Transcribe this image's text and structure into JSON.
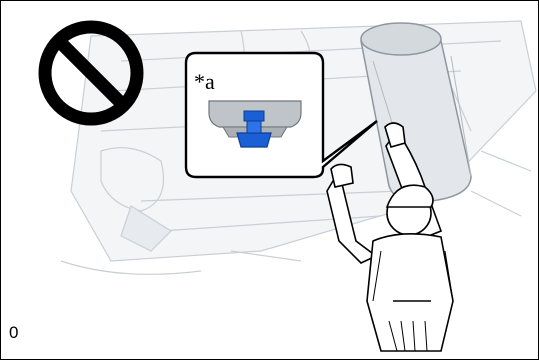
{
  "callout": {
    "label": "*a"
  },
  "illustration_id": "0",
  "colors": {
    "bolt": "#1a5fd6",
    "prohibition": "#000000",
    "line": "#000000"
  },
  "icons": [
    "prohibition-icon",
    "mechanic-figure",
    "bolt-icon"
  ]
}
